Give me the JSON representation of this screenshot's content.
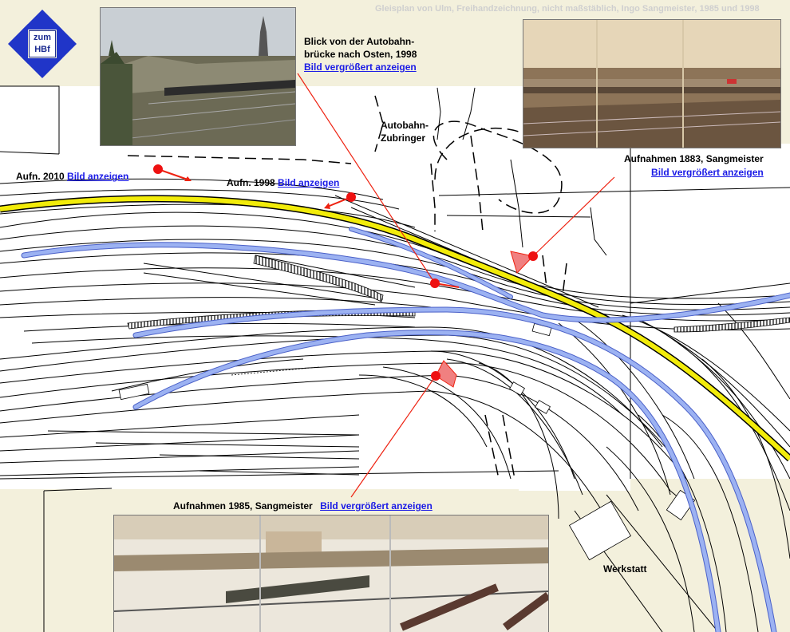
{
  "credit": "Gleisplan von Ulm, Freihandzeichnung, nicht maßstäblich, Ingo Sangmeister, 1985 und 1998",
  "nav": {
    "line1": "zum",
    "line2": "HBf"
  },
  "labels": {
    "aufn2010": "Aufn. 2010",
    "aufn2010_link": "Bild anzeigen",
    "aufn1998": "Aufn. 1998",
    "aufn1998_link": "Bild anzeigen",
    "blick_line1": "Blick von der Autobahn-",
    "blick_line2": "brücke nach Osten, 1998",
    "blick_link": "Bild vergrößert anzeigen",
    "autobahn_line1": "Autobahn-",
    "autobahn_line2": "Zubringer",
    "aufn1883": "Aufnahmen 1883, Sangmeister",
    "aufn1883_link": "Bild vergrößert anzeigen",
    "aufn1985": "Aufnahmen 1985, Sangmeister",
    "aufn1985_link": "Bild vergrößert anzeigen",
    "werkstatt": "Werkstatt"
  },
  "colors": {
    "background": "#f3f0dc",
    "plan": "#ffffff",
    "track": "#000000",
    "highlight_yellow": "#f2ec0a",
    "highlight_blue": "#8aa6ee",
    "marker": "#ee1111",
    "link": "#1a1ae6",
    "nav_blue": "#2035c8"
  }
}
